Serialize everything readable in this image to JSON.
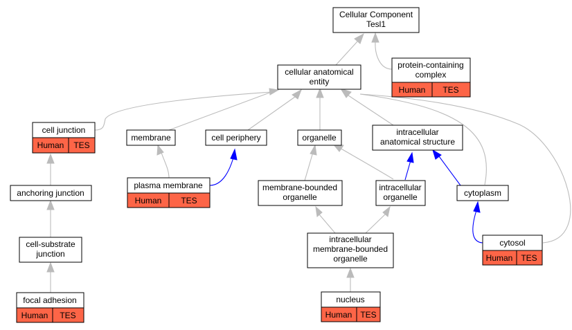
{
  "colors": {
    "isa_edge": "#bbbbbb",
    "partof_edge": "#0000ff",
    "annotation_fill": "#fd6547"
  },
  "nodes": {
    "root": {
      "lines": [
        "Cellular Component",
        "Tesl1"
      ]
    },
    "entity": {
      "lines": [
        "cellular anatomical",
        "entity"
      ]
    },
    "complex": {
      "lines": [
        "protein-containing",
        "complex"
      ],
      "annotations": [
        "Human",
        "TES"
      ]
    },
    "cell_junction": {
      "lines": [
        "cell junction"
      ],
      "annotations": [
        "Human",
        "TES"
      ]
    },
    "membrane": {
      "lines": [
        "membrane"
      ]
    },
    "cell_periphery": {
      "lines": [
        "cell periphery"
      ]
    },
    "organelle": {
      "lines": [
        "organelle"
      ]
    },
    "intracellular_structure": {
      "lines": [
        "intracellular",
        "anatomical structure"
      ]
    },
    "anchoring_junction": {
      "lines": [
        "anchoring junction"
      ]
    },
    "plasma_membrane": {
      "lines": [
        "plasma membrane"
      ],
      "annotations": [
        "Human",
        "TES"
      ]
    },
    "membrane_bounded": {
      "lines": [
        "membrane-bounded",
        "organelle"
      ]
    },
    "intracellular_organelle": {
      "lines": [
        "intracellular",
        "organelle"
      ]
    },
    "cytoplasm": {
      "lines": [
        "cytoplasm"
      ]
    },
    "cell_substrate": {
      "lines": [
        "cell-substrate",
        "junction"
      ]
    },
    "intracellular_mb_organelle": {
      "lines": [
        "intracellular",
        "membrane-bounded",
        "organelle"
      ]
    },
    "cytosol": {
      "lines": [
        "cytosol"
      ],
      "annotations": [
        "Human",
        "TES"
      ]
    },
    "focal_adhesion": {
      "lines": [
        "focal adhesion"
      ],
      "annotations": [
        "Human",
        "TES"
      ]
    },
    "nucleus": {
      "lines": [
        "nucleus"
      ],
      "annotations": [
        "Human",
        "TES"
      ]
    }
  }
}
